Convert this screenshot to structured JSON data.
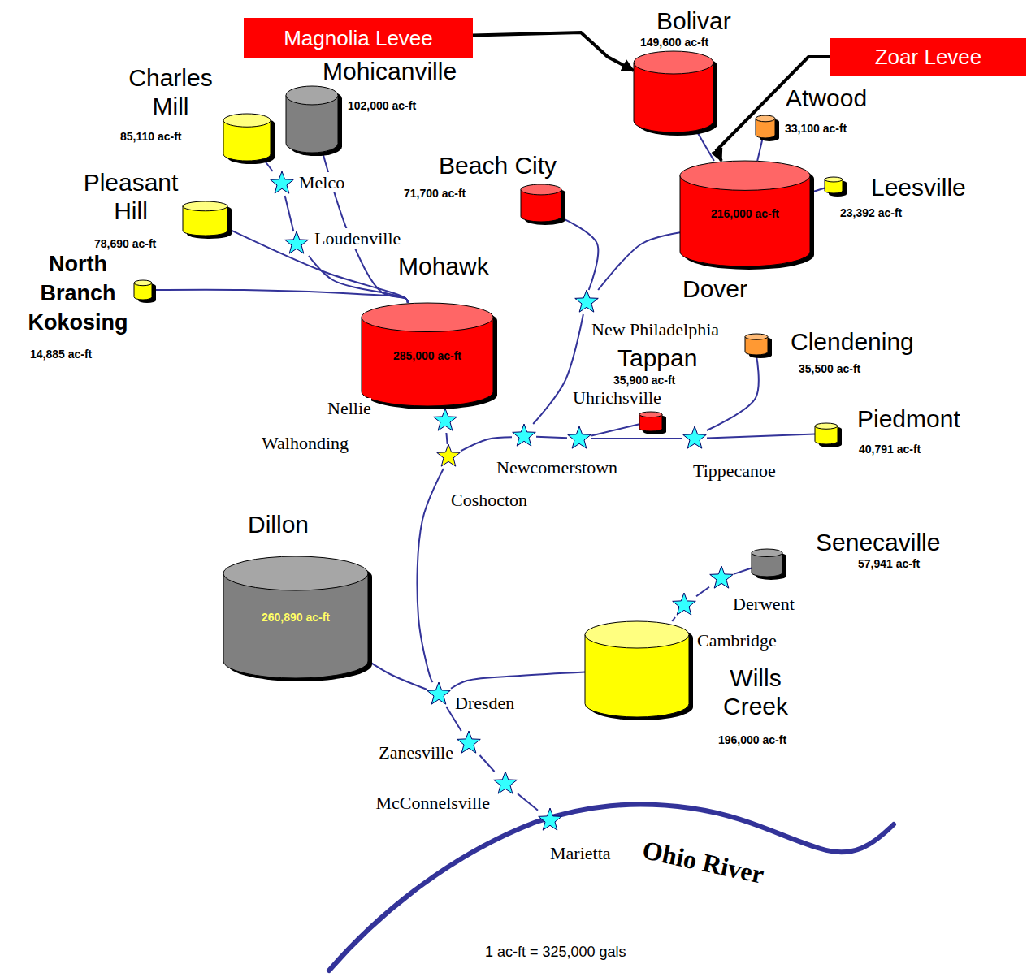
{
  "diagram": {
    "nodes": [
      {
        "text": [
          "Magnolia Levee"
        ]
      },
      {
        "text": [
          "Bolivar",
          "149,600 ac-ft"
        ]
      },
      {
        "text": [
          "Zoar Levee"
        ]
      },
      {
        "text": [
          "Charles Mill",
          "85,110 ac-ft"
        ]
      },
      {
        "text": [
          "Mohicanville",
          "102,000 ac-ft"
        ]
      },
      {
        "text": [
          "Atwood",
          "33,100 ac-ft"
        ]
      },
      {
        "text": [
          "Melco"
        ]
      },
      {
        "text": [
          "Beach City",
          "71,700 ac-ft"
        ]
      },
      {
        "text": [
          "216,000 ac-ft",
          "Dover"
        ]
      },
      {
        "text": [
          "Leesville",
          "23,392 ac-ft"
        ]
      },
      {
        "text": [
          "Pleasant Hill",
          "78,690 ac-ft"
        ]
      },
      {
        "text": [
          "Loudenville"
        ]
      },
      {
        "text": [
          "North Branch Kokosing",
          "14,885 ac-ft"
        ]
      },
      {
        "text": [
          "Mohawk",
          "285,000 ac-ft"
        ]
      },
      {
        "text": [
          "New Philadelphia"
        ]
      },
      {
        "text": [
          "Clendening",
          "35,500 ac-ft"
        ]
      },
      {
        "text": [
          "Tappan",
          "35,900 ac-ft"
        ]
      },
      {
        "text": [
          "Nellie"
        ]
      },
      {
        "text": [
          "Uhrichsville"
        ]
      },
      {
        "text": [
          "Piedmont",
          "40,791 ac-ft"
        ]
      },
      {
        "text": [
          "Coshocton"
        ]
      },
      {
        "text": [
          "Newcomerstown"
        ]
      },
      {
        "text": [
          "Tippecanoe"
        ]
      },
      {
        "text": [
          "Dillon",
          "260,890 ac-ft"
        ]
      },
      {
        "text": [
          "Senecaville",
          "57,941 ac-ft"
        ]
      },
      {
        "text": [
          "Derwent"
        ]
      },
      {
        "text": [
          "Cambridge"
        ]
      },
      {
        "text": [
          "Wills Creek",
          "196,000 ac-ft"
        ]
      },
      {
        "text": [
          "Dresden"
        ]
      },
      {
        "text": [
          "Zanesville"
        ]
      },
      {
        "text": [
          "McConnelsville"
        ]
      },
      {
        "text": [
          "Marietta"
        ]
      }
    ],
    "edges": [
      {
        "from": 0,
        "to": 1,
        "arrow": "to"
      },
      {
        "from": 2,
        "to": 8,
        "arrow": "to"
      },
      {
        "from": 3,
        "to": 6,
        "arrow": "none"
      },
      {
        "from": 6,
        "to": 11,
        "arrow": "none"
      },
      {
        "from": 11,
        "to": 13,
        "arrow": "none"
      },
      {
        "from": 4,
        "to": 13,
        "arrow": "none"
      },
      {
        "from": 10,
        "to": 13,
        "arrow": "none"
      },
      {
        "from": 12,
        "to": 13,
        "arrow": "none"
      },
      {
        "from": 13,
        "to": 17,
        "arrow": "none"
      },
      {
        "from": 17,
        "to": 20,
        "arrow": "none"
      },
      {
        "from": 1,
        "to": 8,
        "arrow": "none"
      },
      {
        "from": 5,
        "to": 8,
        "arrow": "none"
      },
      {
        "from": 9,
        "to": 8,
        "arrow": "none"
      },
      {
        "from": 8,
        "to": 14,
        "arrow": "none"
      },
      {
        "from": 7,
        "to": 14,
        "arrow": "none"
      },
      {
        "from": 14,
        "to": 21,
        "arrow": "none"
      },
      {
        "from": 19,
        "to": 22,
        "arrow": "none"
      },
      {
        "from": 15,
        "to": 22,
        "arrow": "none"
      },
      {
        "from": 22,
        "to": 18,
        "arrow": "none"
      },
      {
        "from": 16,
        "to": 18,
        "arrow": "none"
      },
      {
        "from": 18,
        "to": 21,
        "arrow": "none"
      },
      {
        "from": 21,
        "to": 20,
        "arrow": "none"
      },
      {
        "from": 20,
        "to": 28,
        "arrow": "none"
      },
      {
        "from": 24,
        "to": 25,
        "arrow": "none"
      },
      {
        "from": 25,
        "to": 26,
        "arrow": "none"
      },
      {
        "from": 26,
        "to": 27,
        "arrow": "none"
      },
      {
        "from": 27,
        "to": 28,
        "arrow": "none"
      },
      {
        "from": 23,
        "to": 28,
        "arrow": "none"
      },
      {
        "from": 28,
        "to": 29,
        "arrow": "none"
      },
      {
        "from": 29,
        "to": 30,
        "arrow": "none"
      },
      {
        "from": 30,
        "to": 31,
        "arrow": "none"
      }
    ],
    "labels": [
      "Walhonding",
      "Ohio River",
      "1 ac-ft = 325,000 gals"
    ]
  }
}
